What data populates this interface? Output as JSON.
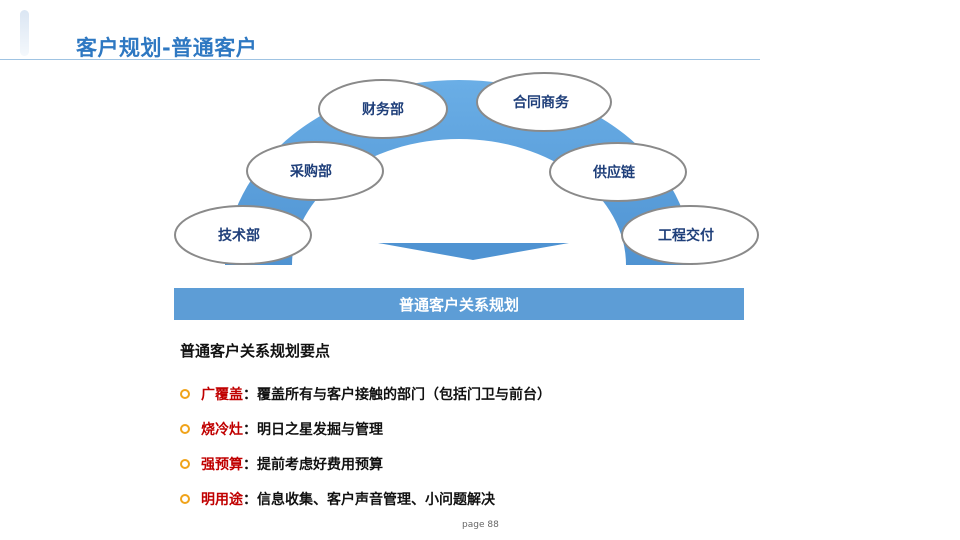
{
  "header": {
    "title": "客户规划-普通客户"
  },
  "diagram": {
    "nodes": {
      "finance": "财务部",
      "contract": "合同商务",
      "procurement": "采购部",
      "supply_chain": "供应链",
      "technical": "技术部",
      "engineering": "工程交付"
    },
    "colors": {
      "arc": "#5d9fd9",
      "node_border": "#8a8a8a",
      "node_label": "#1f3f7a"
    }
  },
  "banner": {
    "text": "普通客户关系规划"
  },
  "main": {
    "subtitle": "普通客户关系规划要点",
    "bullets": [
      {
        "key": "广覆盖",
        "colon": "：",
        "desc": "覆盖所有与客户接触的部门（包括门卫与前台）"
      },
      {
        "key": "烧冷灶",
        "colon": "：",
        "desc": "明日之星发掘与管理"
      },
      {
        "key": "强预算",
        "colon": "：",
        "desc": "提前考虑好费用预算"
      },
      {
        "key": "明用途",
        "colon": "：",
        "desc": "信息收集、客户声音管理、小问题解决"
      }
    ]
  },
  "footer": {
    "page": "page 88"
  },
  "colors": {
    "title": "#2e78c2",
    "banner": "#5d9dd6",
    "bullet_key": "#c00000",
    "bullet_icon": "#f0a31a"
  }
}
